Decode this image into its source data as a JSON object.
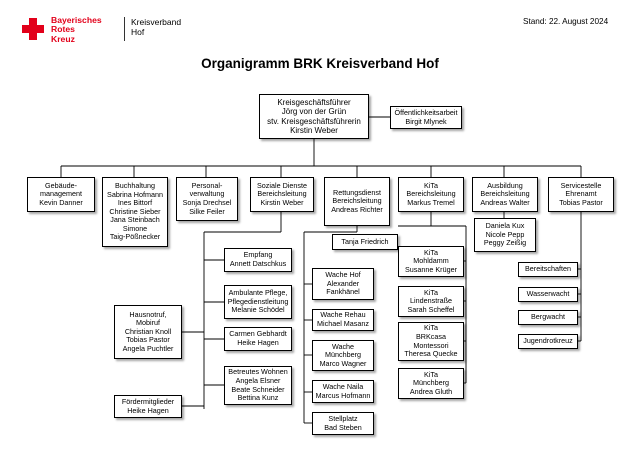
{
  "header": {
    "logo_lines": [
      "Bayerisches",
      "Rotes",
      "Kreuz"
    ],
    "unit_lines": [
      "Kreisverband",
      "Hof"
    ],
    "stand": "Stand: 22. August 2024"
  },
  "title": "Organigramm BRK Kreisverband Hof",
  "colors": {
    "brand_red": "#e2001a",
    "line": "#000000"
  },
  "nodes": {
    "gf": [
      "Kreisgeschäftsführer",
      "Jörg von der Grün",
      "stv. Kreisgeschäftsführerin",
      "Kirstin Weber"
    ],
    "oea": [
      "Öffentlichkeitsarbeit",
      "Birgit Mlynek"
    ],
    "geb": [
      "Gebäude-",
      "management",
      "Kevin Danner"
    ],
    "buch": [
      "Buchhaltung",
      "Sabrina Hofmann",
      "Ines Bittorf",
      "Christine Sieber",
      "Jana Steinbach",
      "Simone",
      "Taig-Pößnecker"
    ],
    "pers": [
      "Personal-",
      "verwaltung",
      "Sonja Drechsel",
      "Silke Feiler"
    ],
    "soz": [
      "Soziale Dienste",
      "Bereichsleitung",
      "Kirstin Weber"
    ],
    "ret": [
      "Rettungsdienst",
      "Bereichsleitung",
      "Andreas Richter"
    ],
    "kita": [
      "KiTa",
      "Bereichsleitung",
      "Markus Tremel"
    ],
    "aus": [
      "Ausbildung",
      "Bereichsleitung",
      "Andreas Walter"
    ],
    "serv": [
      "Servicestelle",
      "Ehrenamt",
      "Tobias Pastor"
    ],
    "aus_team": [
      "Daniela Kux",
      "Nicole Pepp",
      "Peggy Zeißig"
    ],
    "empfang": [
      "Empfang",
      "Annett Datschkus"
    ],
    "amb": [
      "Ambulante Pflege,",
      "Pflegedienstleitung",
      "Melanie Schödel"
    ],
    "carmen": [
      "Carmen Gebhardt",
      "Heike Hagen"
    ],
    "betreutes": [
      "Betreutes Wohnen",
      "Angela Elsner",
      "Beate Schneider",
      "Bettina Kunz"
    ],
    "hausnotruf": [
      "Hausnotruf,",
      "Mobiruf",
      "Christian Knoll",
      "Tobias Pastor",
      "Angela Puchtler"
    ],
    "foerder": [
      "Fördermitglieder",
      "Heike Hagen"
    ],
    "tanja": [
      "Tanja Friedrich"
    ],
    "w_hof": [
      "Wache Hof",
      "Alexander",
      "Fankhänel"
    ],
    "w_rehau": [
      "Wache Rehau",
      "Michael Masanz"
    ],
    "w_muench": [
      "Wache",
      "Münchberg",
      "Marco Wagner"
    ],
    "w_naila": [
      "Wache Naila",
      "Marcus Hofmann"
    ],
    "stellplatz": [
      "Stellplatz",
      "Bad Steben"
    ],
    "k_mohl": [
      "KiTa",
      "Mohldamm",
      "Susanne Krüger"
    ],
    "k_linden": [
      "KiTa",
      "Lindenstraße",
      "Sarah Scheffel"
    ],
    "k_brk": [
      "KiTa",
      "BRKcasa",
      "Montessori",
      "Theresa Quecke"
    ],
    "k_muench": [
      "KiTa",
      "Münchberg",
      "Andrea Gluth"
    ],
    "bereitschaften": [
      "Bereitschaften"
    ],
    "wasserwacht": [
      "Wasserwacht"
    ],
    "bergwacht": [
      "Bergwacht"
    ],
    "jrk": [
      "Jugendrotkreuz"
    ]
  }
}
